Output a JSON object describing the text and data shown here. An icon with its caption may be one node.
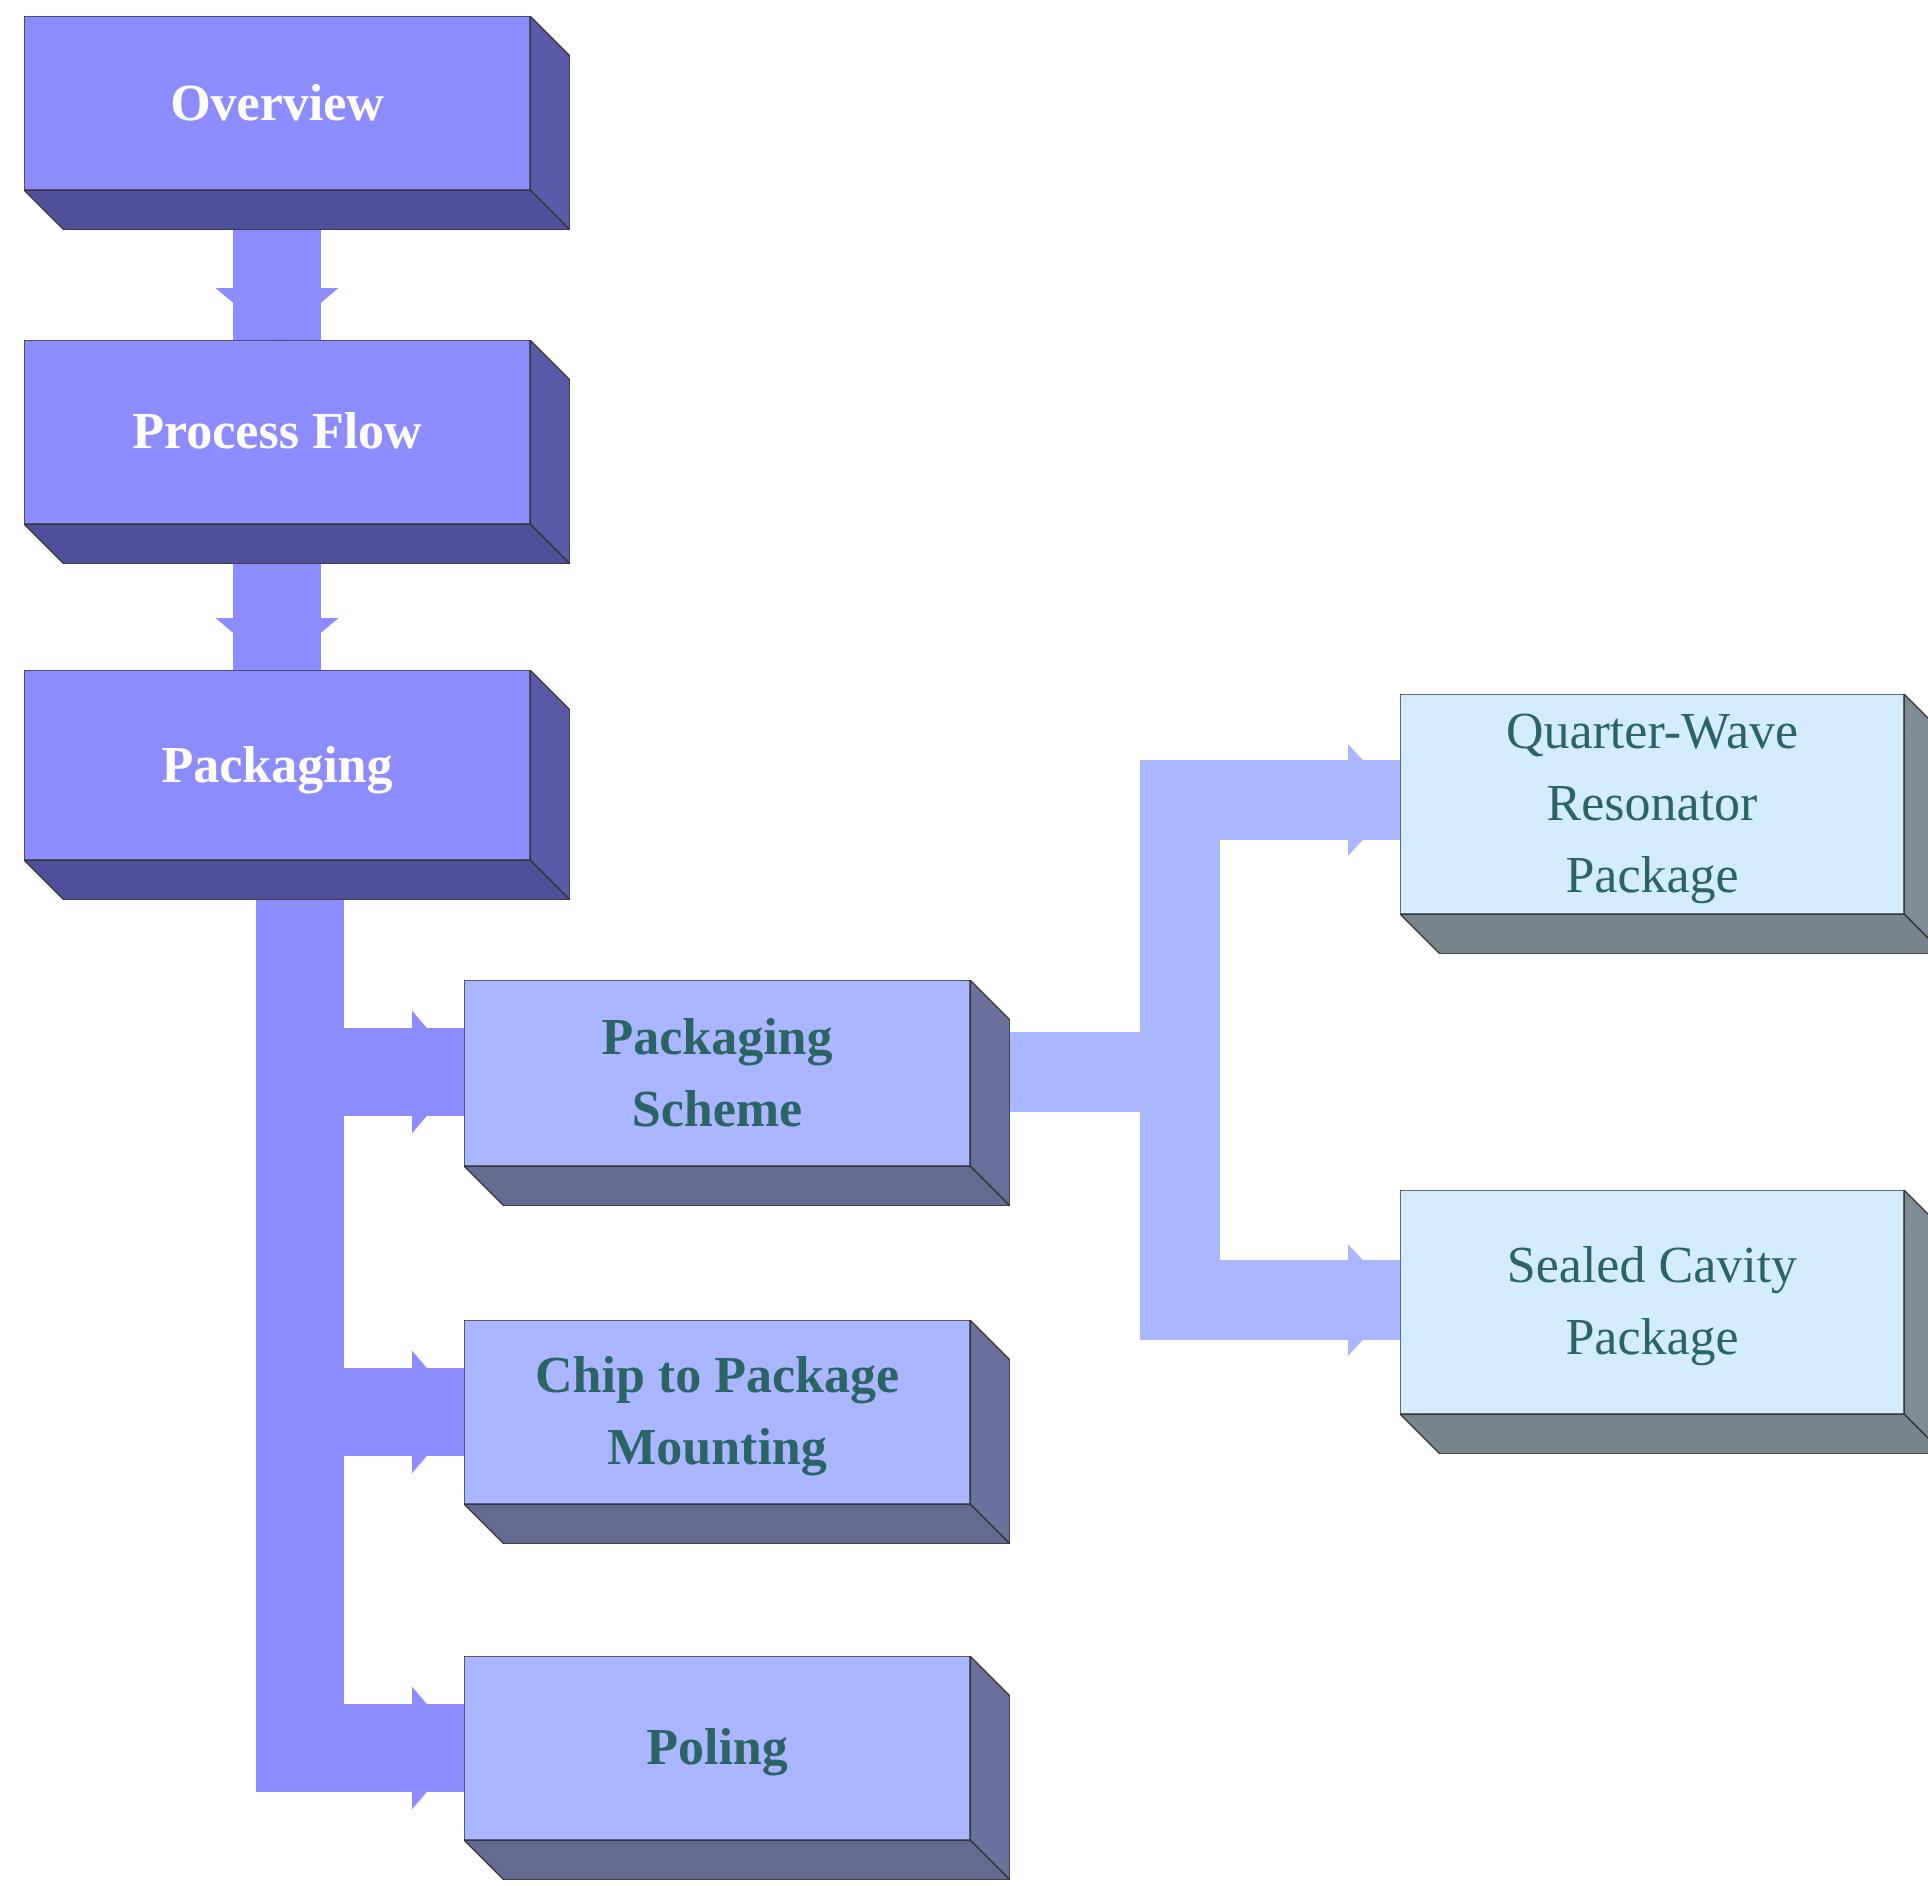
{
  "diagram": {
    "nodes": [
      {
        "text": [
          "Overview"
        ]
      },
      {
        "text": [
          "Process Flow"
        ]
      },
      {
        "text": [
          "Packaging"
        ]
      },
      {
        "text": [
          "Packaging Scheme"
        ]
      },
      {
        "text": [
          "Chip to Package Mounting"
        ]
      },
      {
        "text": [
          "Poling"
        ]
      },
      {
        "text": [
          "Quarter-Wave Resonator Package"
        ]
      },
      {
        "text": [
          "Sealed Cavity Package"
        ]
      }
    ],
    "edges": [
      {
        "from": 0,
        "to": 1,
        "arrow": "to"
      },
      {
        "from": 1,
        "to": 2,
        "arrow": "to"
      },
      {
        "from": 2,
        "to": 3,
        "arrow": "to"
      },
      {
        "from": 2,
        "to": 4,
        "arrow": "to"
      },
      {
        "from": 2,
        "to": 5,
        "arrow": "to"
      },
      {
        "from": 3,
        "to": 6,
        "arrow": "to"
      },
      {
        "from": 3,
        "to": 7,
        "arrow": "to"
      }
    ]
  }
}
